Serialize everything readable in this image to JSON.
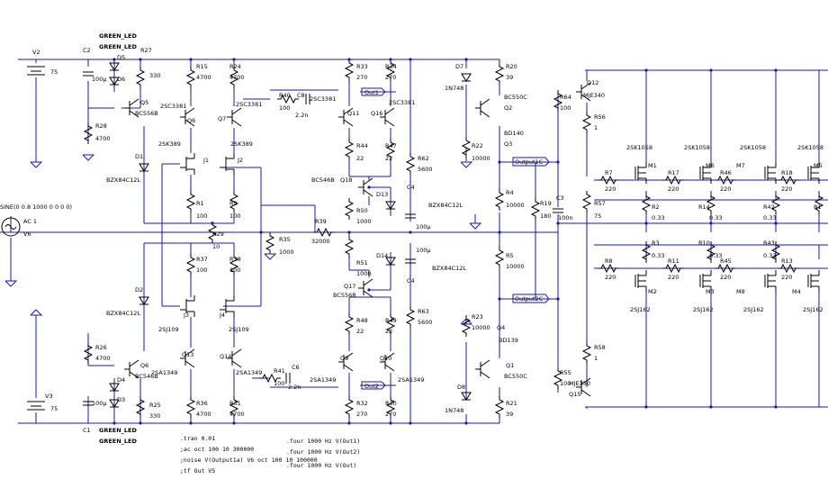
{
  "title": "",
  "sources": {
    "v2": "V2",
    "v2_val": "75",
    "v3": "V3",
    "v3_val": "75",
    "ac1": "AC 1",
    "v6": "V6",
    "sine": "SINE(0 0.8 1000 0 0 0 0)"
  },
  "caps": {
    "c2": "C2",
    "c2_val": "100µ",
    "c1": "C1",
    "c1_val": "100µ",
    "c8": "C8",
    "c8_val": "2.2n",
    "c6": "C6",
    "c6_val": "2.2n",
    "c3": "C3",
    "c3_val": "100n",
    "c4": "C4",
    "c4_val": "100µ",
    "c5_val": "100µ"
  },
  "leds": {
    "top1": "GREEN_LED",
    "top2": "GREEN_LED",
    "bot1": "GREEN_LED",
    "bot2": "GREEN_LED"
  },
  "diodes": {
    "d5": "D5",
    "d6": "D6",
    "d4": "D4",
    "d3": "D3",
    "d1": "D1",
    "d1_val": "BZX84C12L",
    "d2": "D2",
    "d2_val": "BZX84C12L",
    "d13": "D13",
    "d14": "D14",
    "bzx_top": "BZX84C12L",
    "bzx_bot": "BZX84C12L",
    "d7": "D7",
    "d7_val": "1N748",
    "d8": "D8",
    "d8_val": "1N748"
  },
  "resistors": {
    "r27": "R27",
    "r27_val": "330",
    "r28": "R28",
    "r28_val": "4700",
    "r15": "R15",
    "r15_val": "4700",
    "r24": "R24",
    "r24_val": "4700",
    "r40": "R40",
    "r40_val": "100",
    "r33": "R33",
    "r33_val": "270",
    "r34": "R34",
    "r34_val": "270",
    "r20": "R20",
    "r20_val": "39",
    "r64": "R64",
    "r64_val": "100",
    "r56": "R56",
    "r56_val": "1",
    "r44": "R44",
    "r44_val": "22",
    "r47": "R47",
    "r47_val": "22",
    "r62": "R62",
    "r62_val": "5600",
    "r22": "R22",
    "r22_val": "10000",
    "r1": "R1",
    "r1_val": "100",
    "r9": "R9",
    "r9_val": "100",
    "r50": "R50",
    "r50_val": "1000",
    "r4": "R4",
    "r4_val": "10000",
    "r19": "R19",
    "r19_val": "180",
    "r57": "R57",
    "r57_val": "75",
    "r39": "R39",
    "r39_val": "32000",
    "r29": "R29",
    "r29_val": "10",
    "r35": "R35",
    "r35_val": "1000",
    "r37": "R37",
    "r37_val": "100",
    "r38": "R38",
    "r38_val": "100",
    "r51": "R51",
    "r51_val": "1000",
    "r5": "R5",
    "r5_val": "10000",
    "r48": "R48",
    "r48_val": "22",
    "r49": "R49",
    "r49_val": "22",
    "r63": "R63",
    "r63_val": "5600",
    "r23": "R23",
    "r23_val": "10000",
    "r26": "R26",
    "r26_val": "4700",
    "r25": "R25",
    "r25_val": "330",
    "r36": "R36",
    "r36_val": "4700",
    "r31": "R31",
    "r31_val": "4700",
    "r41": "R41",
    "r41_val": "100",
    "r32": "R32",
    "r32_val": "270",
    "r30": "R30",
    "r30_val": "270",
    "r21": "R21",
    "r21_val": "39",
    "r55": "R55",
    "r55_val": "100",
    "r58": "R58",
    "r58_val": "1",
    "r7": "R7",
    "r7_val": "220",
    "r17": "R17",
    "r17_val": "220",
    "r46": "R46",
    "r46_val": "220",
    "r18": "R18",
    "r18_val": "220",
    "r2": "R2",
    "r2_val": "0.33",
    "r14": "R14",
    "r14_val": "0.33",
    "r42": "R42",
    "r42_val": "0.33",
    "r3": "R3",
    "r3_val": "0.33",
    "r10": "R10",
    "r10_val": "0.33",
    "r43": "R43",
    "r43_val": "0.33",
    "r8": "R8",
    "r8_val": "220",
    "r11": "R11",
    "r11_val": "220",
    "r45": "R45",
    "r45_val": "220",
    "r13": "R13",
    "r13_val": "220",
    "r1e": "R1"
  },
  "transistors": {
    "q5": "Q5",
    "q5_val": "BC556B",
    "q6": "Q6",
    "q6_val": "BC546B",
    "q6b": "Q6",
    "q6b_val": "2SC3381",
    "q7": "Q7",
    "q7_val": "2SC3381",
    "q11": "Q11",
    "q11_val": "2SC3381",
    "q16": "Q16",
    "q16_val": "2SC3381",
    "q2": "Q2",
    "q2_val": "BC550C",
    "q3": "Q3",
    "q3_val": "BD140",
    "q12": "Q12",
    "q12_val": "MJE340",
    "q18": "Q18",
    "q18_val": "BC546B",
    "q17": "Q17",
    "q17_val": "BC556B",
    "q4": "Q4",
    "q4_val": "BD139",
    "q1": "Q1",
    "q1_val": "BC550C",
    "q15": "Q15",
    "q15_val": "MJE350",
    "q13": "Q13",
    "q13_val": "2SA1349",
    "q14": "Q14",
    "q14_val": "2SA1349",
    "q9": "Q9",
    "q9_val": "2SA1349",
    "q10": "Q10",
    "q10_val": "2SA1349"
  },
  "jfets": {
    "j1": "J1",
    "j1_val": "2SK389",
    "j2": "J2",
    "j2_val": "2SK389",
    "j3": "J3",
    "j3_val": "2SJ109",
    "j4": "J4",
    "j4_val": "2SJ109"
  },
  "mosfets": {
    "m1": "M1",
    "m1_val": "2SK1058",
    "m6": "M6",
    "m6_val": "2SK1058",
    "m7": "M7",
    "m7_val": "2SK1058",
    "m5": "M5",
    "m5_val": "2SK1058",
    "m2": "M2",
    "m2_val": "2SJ162",
    "m3": "M3",
    "m3_val": "2SJ162",
    "m8": "M8",
    "m8_val": "2SJ162",
    "m4": "M4",
    "m4_val": "2SJ162"
  },
  "net_labels": {
    "out1": "Out1",
    "out2": "Out2",
    "output1c": "Output1C",
    "output2c": "Output2C"
  },
  "directives": {
    "tran": ".tran 0.01",
    "ac": ";ac oct 100 10 300000",
    "noise": ";noise V(Output1a) V6 oct 100 10 100000",
    "tf": ";tf Out V5",
    "four1": ".four 1000 Hz V(Out1)",
    "four2": ".four 1000 Hz V(Out2)",
    "four3": ".four 1000 Hz V(Out)"
  }
}
